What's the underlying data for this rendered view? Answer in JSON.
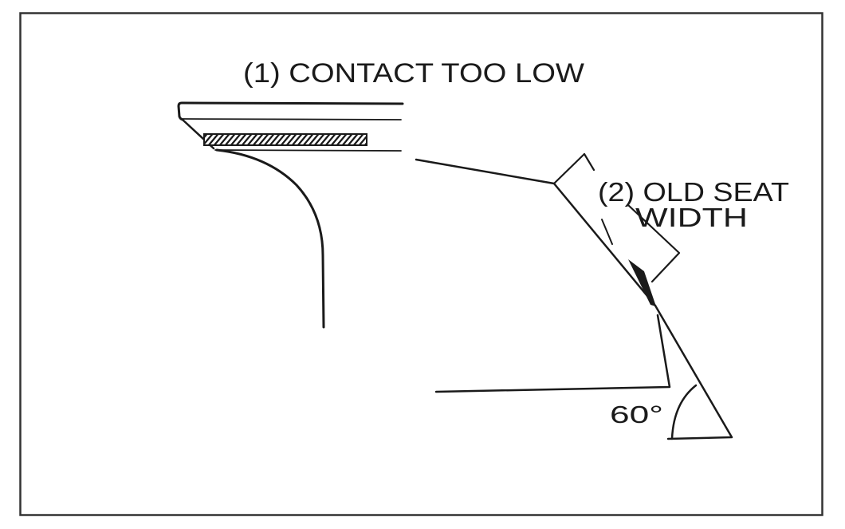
{
  "labels": {
    "contact_too_low": "(1) CONTACT TOO LOW",
    "old_seat_line1": "(2) OLD SEAT",
    "old_seat_line2": "WIDTH",
    "angle": "60°"
  },
  "colors": {
    "ink": "#1a1a1a",
    "background": "#ffffff"
  }
}
